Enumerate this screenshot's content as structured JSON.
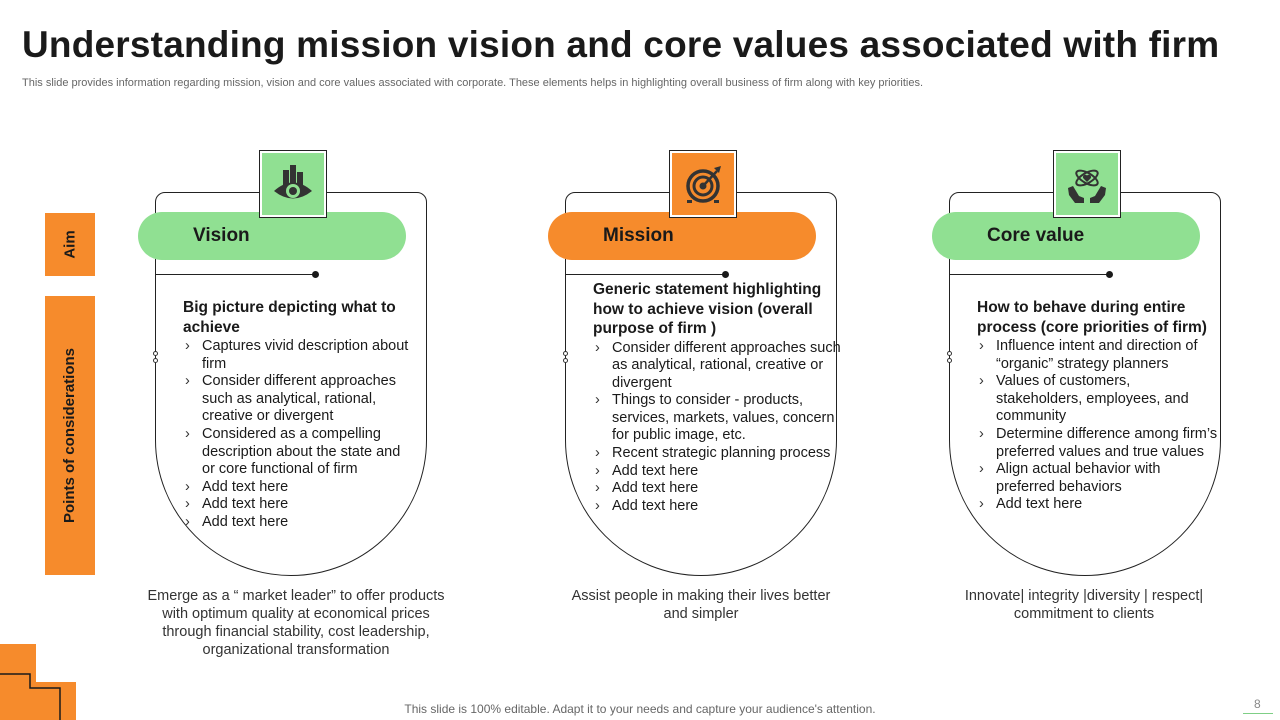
{
  "title": "Understanding mission vision and core values associated with firm",
  "subtitle": "This slide provides information regarding mission, vision and core values associated with corporate. These elements helps in highlighting overall business of firm along with key priorities.",
  "side_labels": {
    "aim": "Aim",
    "points": "Points of considerations"
  },
  "colors": {
    "green": "#90e092",
    "orange": "#f68b2c",
    "dark": "#1a1a1a"
  },
  "cards": [
    {
      "pill_label": "Vision",
      "icon": "vision-eye-buildings-icon",
      "heading": "Big picture depicting what to achieve",
      "bullets": [
        "Captures vivid description about firm",
        "Consider different approaches such as analytical, rational, creative or divergent",
        "Considered as a compelling description about the state and or core functional of firm",
        "Add text here",
        "Add text here",
        "Add text here"
      ],
      "below": "Emerge as a “ market leader” to offer products with optimum quality at economical prices through financial stability, cost leadership, organizational transformation"
    },
    {
      "pill_label": "Mission",
      "icon": "target-arrow-icon",
      "heading": "Generic statement highlighting how to achieve vision (overall purpose of firm )",
      "bullets": [
        "Consider different approaches such as analytical, rational, creative or divergent",
        "Things to consider - products, services, markets, values, concern for public image, etc.",
        "Recent strategic planning process",
        "Add text here",
        "Add text here",
        "Add text here"
      ],
      "below": "Assist people in making their lives better and simpler"
    },
    {
      "pill_label": "Core value",
      "icon": "hands-atom-heart-icon",
      "heading": "How to behave during entire process (core priorities of firm)",
      "bullets": [
        "Influence intent and direction of “organic” strategy planners",
        "Values of customers, stakeholders, employees, and community",
        "Determine difference among firm’s preferred values and true values",
        "Align actual behavior with preferred behaviors",
        "Add text here"
      ],
      "below": "Innovate| integrity |diversity | respect| commitment to clients"
    }
  ],
  "footer": "This slide is 100% editable. Adapt it to your needs and capture your audience's attention.",
  "page_number": "8"
}
